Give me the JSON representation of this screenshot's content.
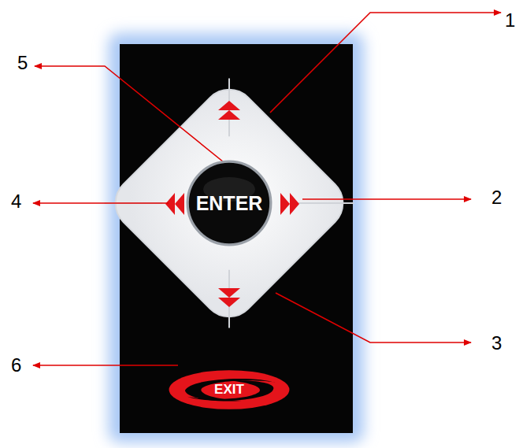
{
  "diagram": {
    "nodes": [
      {
        "text": [
          "ENTER"
        ]
      },
      {
        "text": [
          "EXIT"
        ]
      }
    ],
    "labels": [
      "1",
      "5",
      "4",
      "2",
      "3",
      "6"
    ]
  }
}
